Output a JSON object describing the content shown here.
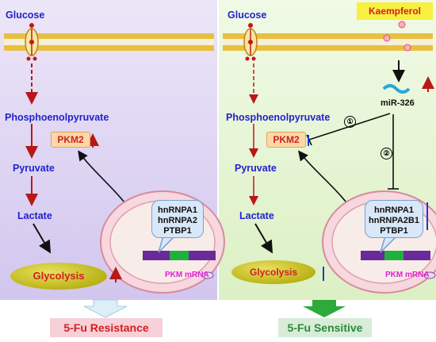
{
  "left_panel": {
    "glucose": "Glucose",
    "pep": "Phosphoenolpyruvate",
    "pkm2": "PKM2",
    "pyruvate": "Pyruvate",
    "lactate": "Lactate",
    "glycolysis": "Glycolysis",
    "bubble_lines": [
      "hnRNPA1",
      "hnRNPA2",
      "PTBP1"
    ],
    "mrna": "PKM mRNA",
    "outcome": "5-Fu Resistance"
  },
  "right_panel": {
    "glucose": "Glucose",
    "kaempferol": "Kaempferol",
    "mir": "miR-326",
    "pep": "Phosphoenolpyruvate",
    "pkm2": "PKM2",
    "pyruvate": "Pyruvate",
    "lactate": "Lactate",
    "glycolysis": "Glycolysis",
    "bubble_lines": [
      "hnRNPA1",
      "hnRNPA2B1",
      "PTBP1"
    ],
    "mrna": "PKM mRNA",
    "outcome": "5-Fu Sensitive",
    "mark_1": "①",
    "mark_2": "②"
  },
  "colors": {
    "left_bg": "#e2d8f4",
    "right_bg": "#e8f6d8",
    "arrow_red": "#b81818",
    "up_arrow": "#d01010",
    "down_arrow": "#1a3ccc",
    "resistance_bg": "#f8d0d8",
    "sensitive_bg": "#d8ecd8",
    "sensitive_text": "#2a8a3a"
  }
}
